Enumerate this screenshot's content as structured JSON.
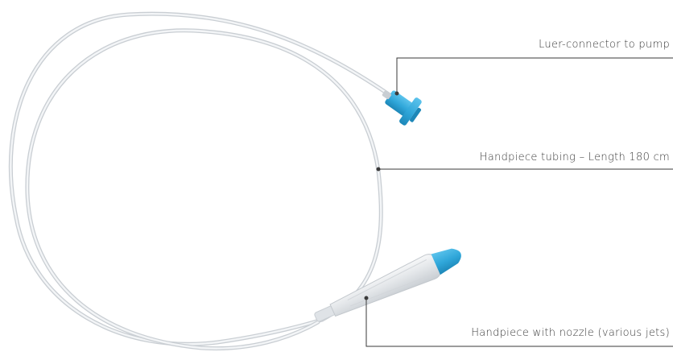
{
  "callouts": {
    "luer_connector": "Luer-connector to pump",
    "tubing": "Handpiece tubing – Length 180 cm",
    "handpiece": "Handpiece with nozzle (various jets)"
  },
  "colors": {
    "tube_outline": "#c9ced3",
    "tube_fill": "#f1f3f5",
    "connector_blue": "#2fa6d9",
    "connector_blue_dark": "#1d87b8",
    "handpiece_grey": "#dfe3e7",
    "leader_line": "#3a3a3a"
  }
}
